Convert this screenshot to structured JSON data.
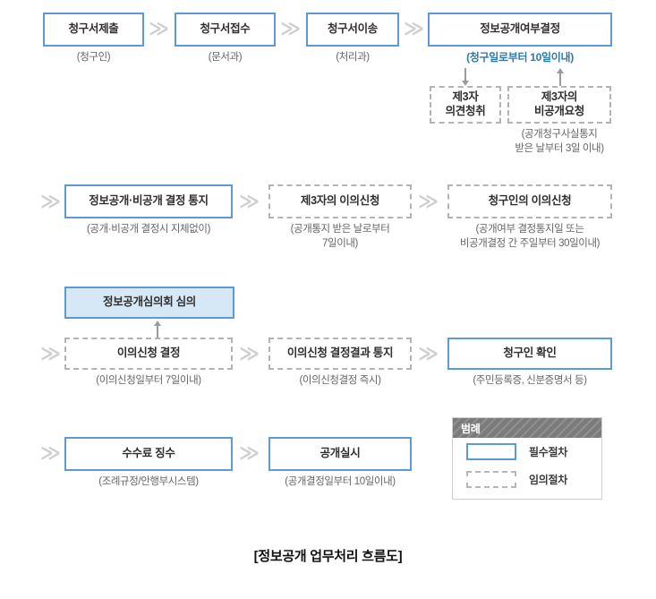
{
  "figure": {
    "title": "[정보공개 업무처리 흐름도]"
  },
  "rows": {
    "row1": {
      "nodes": [
        {
          "label": "청구서제출",
          "caption": "(청구인)",
          "style": "solid"
        },
        {
          "label": "청구서접수",
          "caption": "(문서과)",
          "style": "solid"
        },
        {
          "label": "청구서이송",
          "caption": "(처리과)",
          "style": "solid"
        },
        {
          "label": "정보공개여부결정",
          "caption": "(청구일로부터 10일이내)",
          "style": "solid",
          "caption_accent": true
        }
      ]
    },
    "row1_sub": {
      "nodes": [
        {
          "label": "제3자\n의견청취",
          "label_line1": "제3자",
          "label_line2": "의견청취",
          "caption": "",
          "style": "dashed"
        },
        {
          "label": "제3자의\n비공개요청",
          "label_line1": "제3자의",
          "label_line2": "비공개요청",
          "caption_line1": "(공개청구사실통지",
          "caption_line2": "받은 날부터 3일 이내)",
          "style": "dashed"
        }
      ]
    },
    "row2": {
      "nodes": [
        {
          "label": "정보공개·비공개 결정 통지",
          "caption": "(공개·비공개 결정시 지체없이)",
          "style": "solid"
        },
        {
          "label": "제3자의 이의신청",
          "caption_line1": "(공개통지 받은 날로부터",
          "caption_line2": "7일이내)",
          "style": "dashed"
        },
        {
          "label": "청구인의 이의신청",
          "caption_line1": "(공개여부 결정통지일 또는",
          "caption_line2": "비공개결정 간 주일부터 30일이내)",
          "style": "dashed"
        }
      ]
    },
    "row3_committee": {
      "label": "정보공개심의회 심의",
      "style": "filled"
    },
    "row3": {
      "nodes": [
        {
          "label": "이의신청 결정",
          "caption": "(이의신청일부터 7일이내)",
          "style": "dashed"
        },
        {
          "label": "이의신청 결정결과 통지",
          "caption": "(이의신청결정 즉시)",
          "style": "dashed"
        },
        {
          "label": "청구인 확인",
          "caption": "(주민등록증, 신분증명서 등)",
          "style": "solid"
        }
      ]
    },
    "row4": {
      "nodes": [
        {
          "label": "수수료 징수",
          "caption": "(조례규정/안행부시스템)",
          "style": "solid"
        },
        {
          "label": "공개실시",
          "caption": "(공개결정일부터 10일이내)",
          "style": "solid"
        }
      ]
    }
  },
  "connectors": {
    "chevron_glyph": "≫",
    "arrow_down_name": "arrow-down-icon",
    "arrow_up_name": "arrow-up-icon"
  },
  "legend": {
    "title": "범례",
    "items": [
      {
        "label": "필수절차",
        "style": "solid"
      },
      {
        "label": "임의절차",
        "style": "dashed"
      }
    ]
  },
  "colors": {
    "solid_border": "#5b9bd5",
    "dashed_border": "#b3b3b3",
    "filled_bg": "#d6e8f5",
    "accent_text": "#2a7ab0",
    "caption_text": "#666666",
    "chevron": "#cfcfcf",
    "legend_header_bg": "#7b7b7b"
  }
}
